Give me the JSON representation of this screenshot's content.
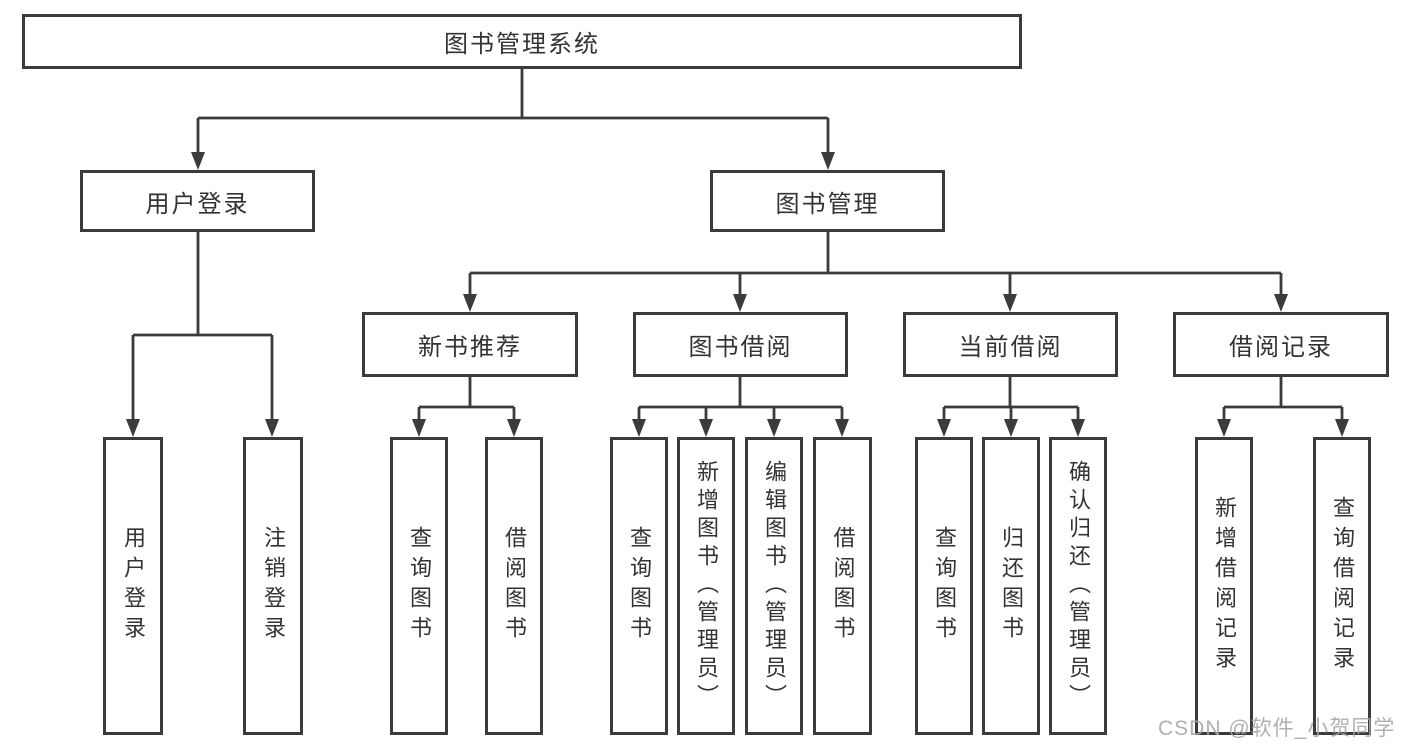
{
  "nodes": {
    "root": "图书管理系统",
    "user_login": "用户登录",
    "book_management": "图书管理",
    "new_book_recommend": "新书推荐",
    "book_borrow": "图书借阅",
    "current_borrow": "当前借阅",
    "borrow_records": "借阅记录",
    "leaf_user_login": "用户登录",
    "leaf_logout": "注销登录",
    "leaf_nbr_query_books": "查询图书",
    "leaf_nbr_borrow_books": "借阅图书",
    "leaf_bb_query_books": "查询图书",
    "leaf_bb_add_books": "新增图书（管理员）",
    "leaf_bb_edit_books": "编辑图书（管理员）",
    "leaf_bb_borrow_books": "借阅图书",
    "leaf_cb_query_books": "查询图书",
    "leaf_cb_return_books": "归还图书",
    "leaf_cb_confirm_return": "确认归还（管理员）",
    "leaf_br_add_record": "新增借阅记录",
    "leaf_br_query_record": "查询借阅记录"
  },
  "hierarchy": {
    "图书管理系统": {
      "用户登录": [
        "用户登录",
        "注销登录"
      ],
      "图书管理": {
        "新书推荐": [
          "查询图书",
          "借阅图书"
        ],
        "图书借阅": [
          "查询图书",
          "新增图书（管理员）",
          "编辑图书（管理员）",
          "借阅图书"
        ],
        "当前借阅": [
          "查询图书",
          "归还图书",
          "确认归还（管理员）"
        ],
        "借阅记录": [
          "新增借阅记录",
          "查询借阅记录"
        ]
      }
    }
  },
  "watermark": "CSDN @软件_小贺同学",
  "colors": {
    "line": "#3b3b3b",
    "text": "#333333",
    "box_background": "#ffffff",
    "watermark": "#a7a7a7",
    "page_background": "#ffffff"
  }
}
